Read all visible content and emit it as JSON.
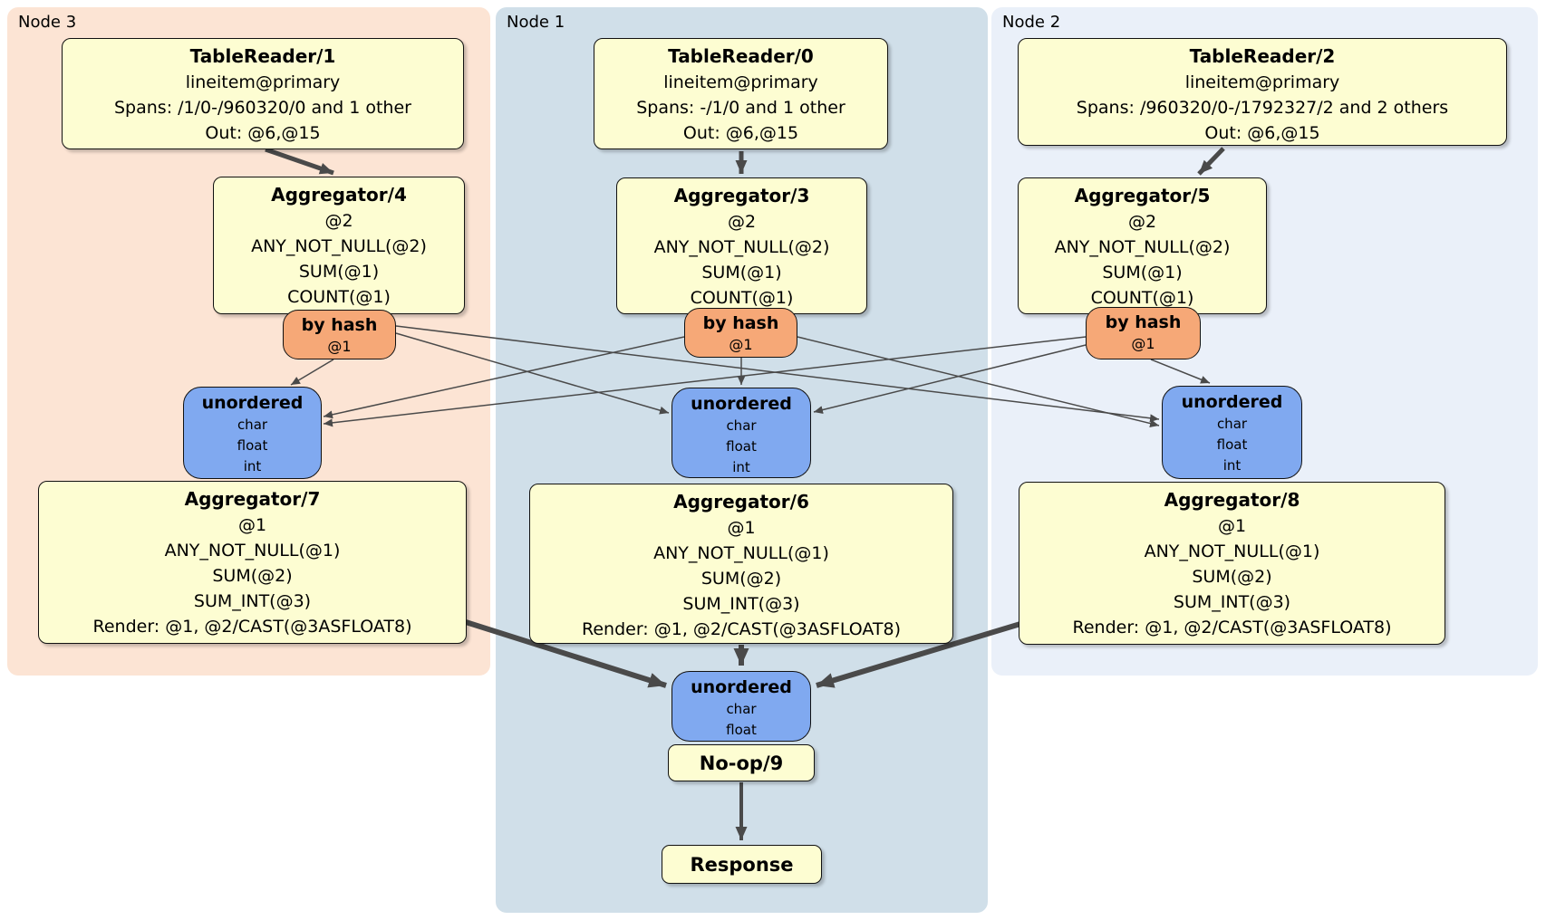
{
  "colors": {
    "node3_bg": "#fce4d4",
    "node1_bg": "#d0dfe9",
    "node2_bg": "#eaf0f9",
    "processor_fill": "#fdfdd2",
    "router_fill": "#f6a877",
    "sync_fill": "#80a9f0",
    "border_color": "#111111",
    "edge_color": "#4a4a4a"
  },
  "regions": [
    {
      "label": "Node 3",
      "processors": {
        "table_reader": {
          "title": "TableReader/1",
          "lines": [
            "lineitem@primary",
            "Spans: /1/0-/960320/0 and 1 other",
            "Out: @6,@15"
          ]
        },
        "aggregator_top": {
          "title": "Aggregator/4",
          "lines": [
            "@2",
            "ANY_NOT_NULL(@2)",
            "SUM(@1)",
            "COUNT(@1)"
          ]
        },
        "hash_router": {
          "title": "by hash",
          "lines": [
            "@1"
          ]
        },
        "sync": {
          "title": "unordered",
          "lines": [
            "char",
            "float",
            "int"
          ]
        },
        "aggregator_bottom": {
          "title": "Aggregator/7",
          "lines": [
            "@1",
            "ANY_NOT_NULL(@1)",
            "SUM(@2)",
            "SUM_INT(@3)",
            "Render: @1, @2/CAST(@3ASFLOAT8)"
          ]
        }
      }
    },
    {
      "label": "Node 1",
      "processors": {
        "table_reader": {
          "title": "TableReader/0",
          "lines": [
            "lineitem@primary",
            "Spans: -/1/0 and 1 other",
            "Out: @6,@15"
          ]
        },
        "aggregator_top": {
          "title": "Aggregator/3",
          "lines": [
            "@2",
            "ANY_NOT_NULL(@2)",
            "SUM(@1)",
            "COUNT(@1)"
          ]
        },
        "hash_router": {
          "title": "by hash",
          "lines": [
            "@1"
          ]
        },
        "sync": {
          "title": "unordered",
          "lines": [
            "char",
            "float",
            "int"
          ]
        },
        "aggregator_bottom": {
          "title": "Aggregator/6",
          "lines": [
            "@1",
            "ANY_NOT_NULL(@1)",
            "SUM(@2)",
            "SUM_INT(@3)",
            "Render: @1, @2/CAST(@3ASFLOAT8)"
          ]
        }
      }
    },
    {
      "label": "Node 2",
      "processors": {
        "table_reader": {
          "title": "TableReader/2",
          "lines": [
            "lineitem@primary",
            "Spans: /960320/0-/1792327/2 and 2 others",
            "Out: @6,@15"
          ]
        },
        "aggregator_top": {
          "title": "Aggregator/5",
          "lines": [
            "@2",
            "ANY_NOT_NULL(@2)",
            "SUM(@1)",
            "COUNT(@1)"
          ]
        },
        "hash_router": {
          "title": "by hash",
          "lines": [
            "@1"
          ]
        },
        "sync": {
          "title": "unordered",
          "lines": [
            "char",
            "float",
            "int"
          ]
        },
        "aggregator_bottom": {
          "title": "Aggregator/8",
          "lines": [
            "@1",
            "ANY_NOT_NULL(@1)",
            "SUM(@2)",
            "SUM_INT(@3)",
            "Render: @1, @2/CAST(@3ASFLOAT8)"
          ]
        }
      }
    }
  ],
  "final_stage": {
    "sync": {
      "title": "unordered",
      "lines": [
        "char",
        "float"
      ]
    },
    "noop": {
      "title": "No-op/9"
    },
    "response": {
      "title": "Response"
    }
  }
}
